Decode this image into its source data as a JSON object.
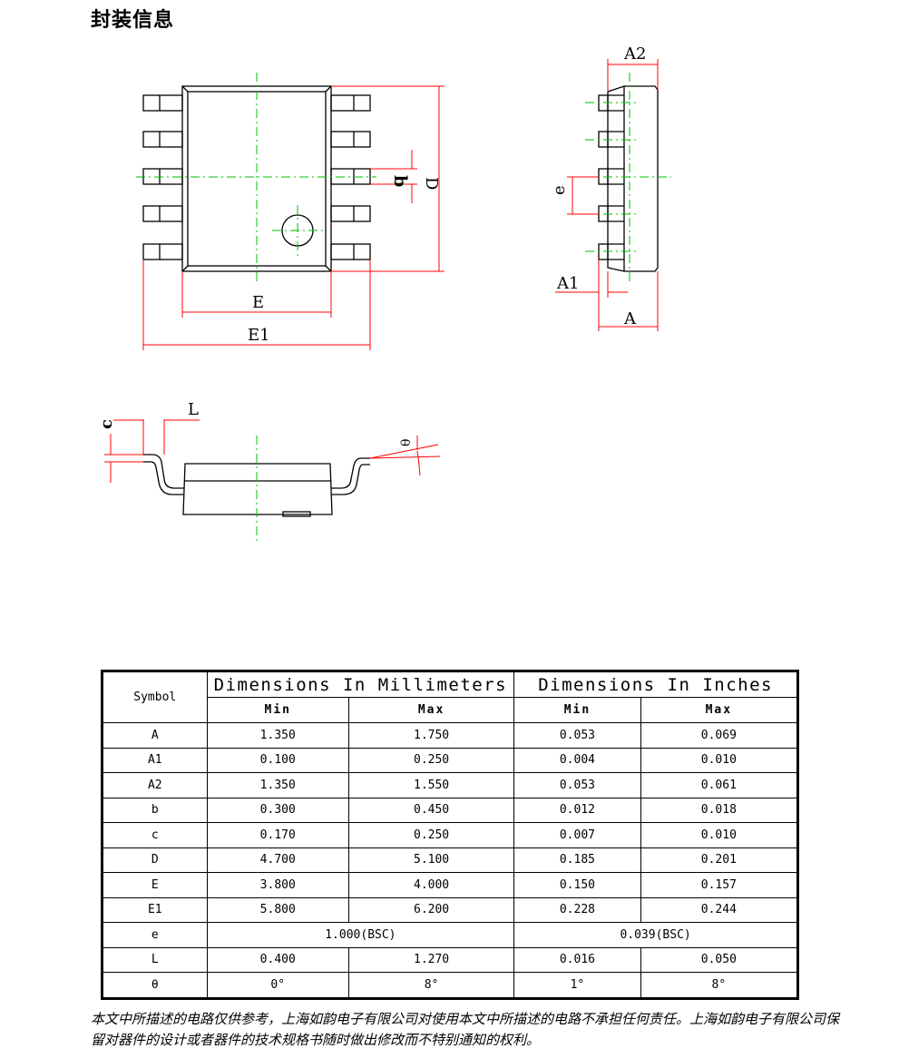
{
  "page_title": "封装信息",
  "drawing_labels": {
    "A2": "A2",
    "b": "b",
    "D": "D",
    "E": "E",
    "E1": "E1",
    "e": "e",
    "A1": "A1",
    "A": "A",
    "c": "c",
    "L": "L",
    "theta": "θ"
  },
  "table": {
    "symbol_header": "Symbol",
    "mm_header": "Dimensions In Millimeters",
    "inch_header": "Dimensions In Inches",
    "min_label": "Min",
    "max_label": "Max",
    "rows": [
      {
        "symbol": "A",
        "mm_min": "1.350",
        "mm_max": "1.750",
        "in_min": "0.053",
        "in_max": "0.069"
      },
      {
        "symbol": "A1",
        "mm_min": "0.100",
        "mm_max": "0.250",
        "in_min": "0.004",
        "in_max": "0.010"
      },
      {
        "symbol": "A2",
        "mm_min": "1.350",
        "mm_max": "1.550",
        "in_min": "0.053",
        "in_max": "0.061"
      },
      {
        "symbol": "b",
        "mm_min": "0.300",
        "mm_max": "0.450",
        "in_min": "0.012",
        "in_max": "0.018"
      },
      {
        "symbol": "c",
        "mm_min": "0.170",
        "mm_max": "0.250",
        "in_min": "0.007",
        "in_max": "0.010"
      },
      {
        "symbol": "D",
        "mm_min": "4.700",
        "mm_max": "5.100",
        "in_min": "0.185",
        "in_max": "0.201"
      },
      {
        "symbol": "E",
        "mm_min": "3.800",
        "mm_max": "4.000",
        "in_min": "0.150",
        "in_max": "0.157"
      },
      {
        "symbol": "E1",
        "mm_min": "5.800",
        "mm_max": "6.200",
        "in_min": "0.228",
        "in_max": "0.244"
      },
      {
        "symbol": "L",
        "mm_min": "0.400",
        "mm_max": "1.270",
        "in_min": "0.016",
        "in_max": "0.050"
      },
      {
        "symbol": "θ",
        "mm_min": "0°",
        "mm_max": "8°",
        "in_min": "1°",
        "in_max": "8°"
      }
    ],
    "e_row": {
      "symbol": "e",
      "mm_value": "1.000(BSC)",
      "in_value": "0.039(BSC)"
    }
  },
  "disclaimer": "本文中所描述的电路仅供参考，上海如韵电子有限公司对使用本文中所描述的电路不承担任何责任。上海如韵电子有限公司保留对器件的设计或者器件的技术规格书随时做出修改而不特别通知的权利。",
  "colors": {
    "dimension_line": "#ff0000",
    "center_line": "#00c000",
    "outline": "#000000"
  }
}
